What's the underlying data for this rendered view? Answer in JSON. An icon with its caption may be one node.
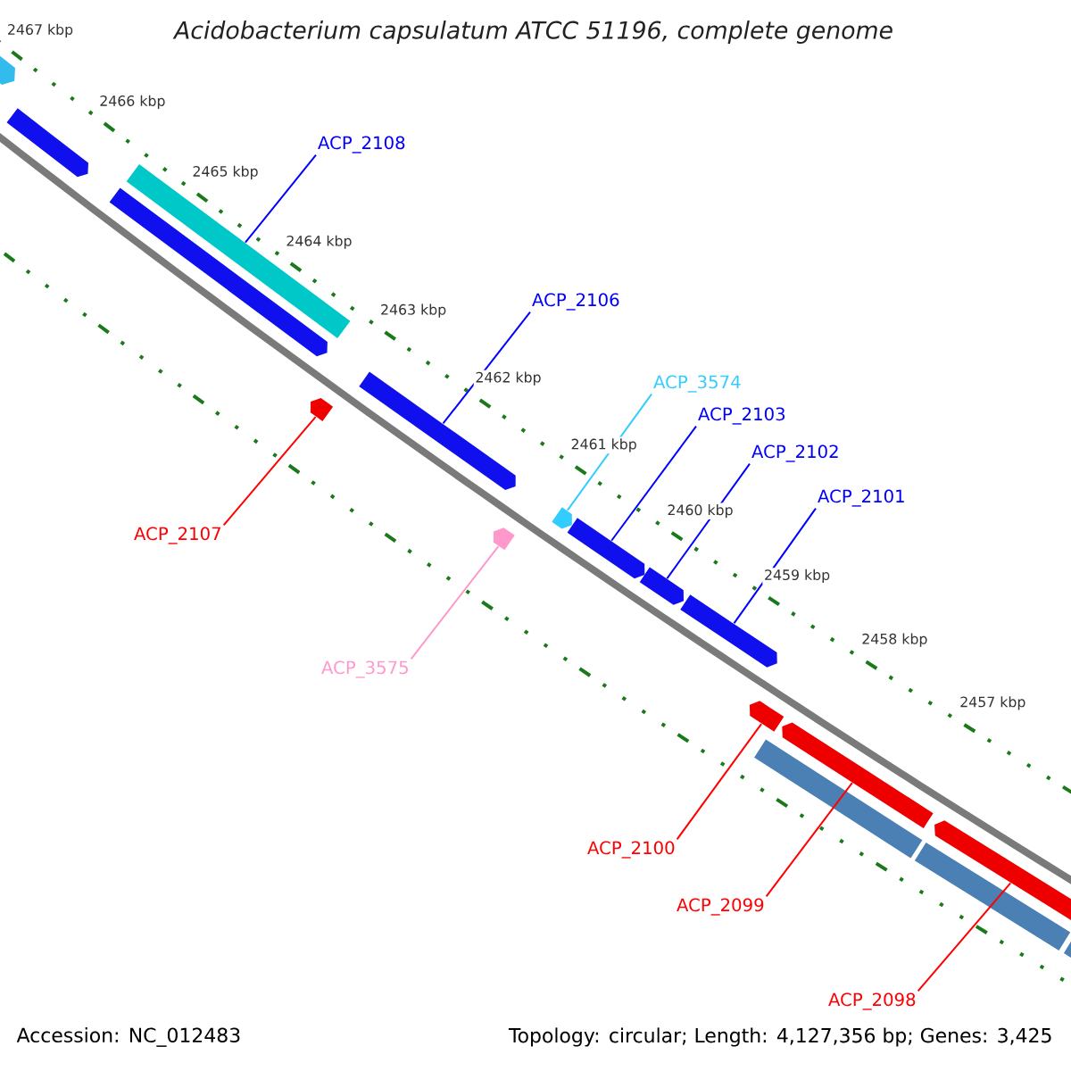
{
  "diagram": {
    "title": "Acidobacterium capsulatum ATCC 51196, complete genome",
    "nodes": [
      {
        "text": [
          "ACP_2108"
        ]
      },
      {
        "text": [
          "ACP_2106"
        ]
      },
      {
        "text": [
          "ACP_3574"
        ]
      },
      {
        "text": [
          "ACP_2103"
        ]
      },
      {
        "text": [
          "ACP_2102"
        ]
      },
      {
        "text": [
          "ACP_2101"
        ]
      },
      {
        "text": [
          "ACP_2107"
        ]
      },
      {
        "text": [
          "ACP_3575"
        ]
      },
      {
        "text": [
          "ACP_2100"
        ]
      },
      {
        "text": [
          "ACP_2099"
        ]
      },
      {
        "text": [
          "ACP_2098"
        ]
      },
      {
        "text": [],
        "shape": "bar"
      },
      {
        "text": [],
        "shape": "bar"
      },
      {
        "text": [],
        "shape": "bar"
      },
      {
        "text": [],
        "shape": "bar"
      },
      {
        "text": [],
        "shape": "bar"
      },
      {
        "text": [],
        "shape": "bar"
      },
      {
        "text": [],
        "shape": "bar"
      },
      {
        "text": [],
        "shape": "bar"
      },
      {
        "text": [],
        "shape": "bar"
      },
      {
        "text": [],
        "shape": "bar"
      },
      {
        "text": [],
        "shape": "bar"
      },
      {
        "text": [],
        "shape": "bar"
      },
      {
        "text": [],
        "shape": "bar"
      },
      {
        "text": [],
        "shape": "bar"
      },
      {
        "text": [],
        "shape": "bar"
      },
      {
        "text": [],
        "shape": "bar"
      },
      {
        "text": [],
        "shape": "bar"
      }
    ],
    "edges": [
      {
        "from": 0,
        "to": 14,
        "arrow": "none"
      },
      {
        "from": 1,
        "to": 16,
        "arrow": "none"
      },
      {
        "from": 2,
        "to": 18,
        "arrow": "none",
        "color": "#33ccff"
      },
      {
        "from": 3,
        "to": 19,
        "arrow": "none"
      },
      {
        "from": 4,
        "to": 20,
        "arrow": "none"
      },
      {
        "from": 5,
        "to": 21,
        "arrow": "none"
      },
      {
        "from": 6,
        "to": 15,
        "arrow": "none",
        "color": "#ff0000"
      },
      {
        "from": 7,
        "to": 17,
        "arrow": "none",
        "color": "#ff99cc"
      },
      {
        "from": 8,
        "to": 22,
        "arrow": "none",
        "color": "#ff0000"
      },
      {
        "from": 9,
        "to": 24,
        "arrow": "none",
        "color": "#ff0000"
      },
      {
        "from": 10,
        "to": 26,
        "arrow": "none",
        "color": "#ff0000"
      }
    ],
    "labels": [
      "2467 kbp",
      "2466 kbp",
      "2465 kbp",
      "2464 kbp",
      "2463 kbp",
      "2462 kbp",
      "2461 kbp",
      "2460 kbp",
      "2459 kbp",
      "2458 kbp",
      "2457 kbp",
      "Accession: NC_012483",
      "Topology: circular; Length: 4,127,356 bp; Genes: 3,425"
    ]
  }
}
